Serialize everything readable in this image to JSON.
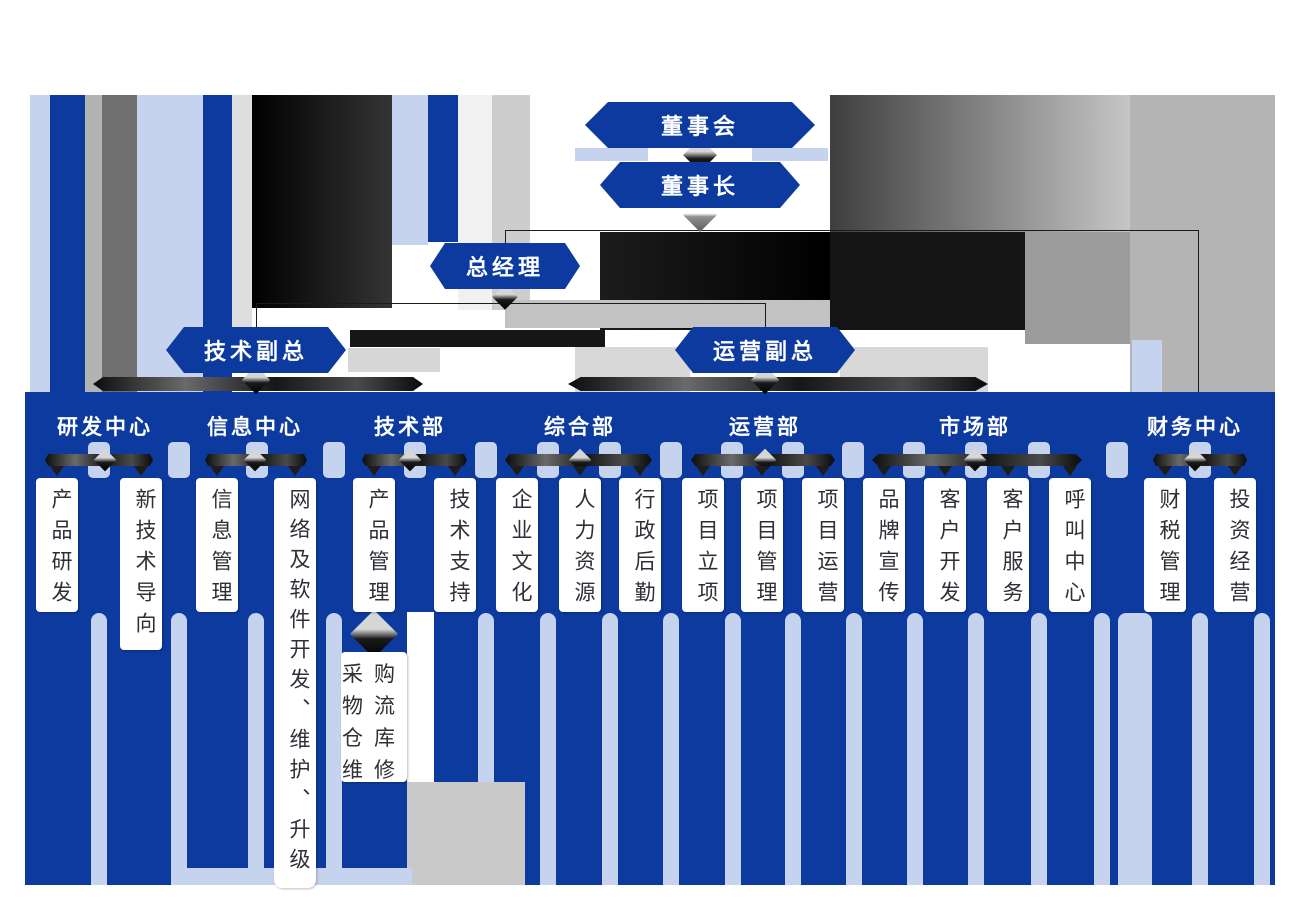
{
  "palette": {
    "primary_blue": "#0d3a9e",
    "periwinkle": "#c5d3ee",
    "node_text": "#ffffff",
    "unit_text": "#2f2f38",
    "connector_dark": "#1b1b1b"
  },
  "org_chart": {
    "nodes": {
      "board": "董事会",
      "chairman": "董事长",
      "general_manager": "总经理",
      "tech_vp": "技术副总",
      "ops_vp": "运营副总"
    },
    "departments": [
      {
        "label": "研发中心"
      },
      {
        "label": "信息中心"
      },
      {
        "label": "技术部"
      },
      {
        "label": "综合部"
      },
      {
        "label": "运营部"
      },
      {
        "label": "市场部"
      },
      {
        "label": "财务中心"
      }
    ],
    "units": [
      {
        "label": "产品研发",
        "dept": "研发中心"
      },
      {
        "label": "新技术导向",
        "dept": "研发中心"
      },
      {
        "label": "信息管理",
        "dept": "信息中心"
      },
      {
        "label": "网络及软件开发、维护、升级",
        "dept": "信息中心"
      },
      {
        "label": "产品管理",
        "dept": "技术部"
      },
      {
        "label": "技术支持",
        "dept": "技术部"
      },
      {
        "label": "企业文化",
        "dept": "综合部"
      },
      {
        "label": "人力资源",
        "dept": "综合部"
      },
      {
        "label": "行政后勤",
        "dept": "综合部"
      },
      {
        "label": "项目立项",
        "dept": "运营部"
      },
      {
        "label": "项目管理",
        "dept": "运营部"
      },
      {
        "label": "项目运营",
        "dept": "运营部"
      },
      {
        "label": "品牌宣传",
        "dept": "市场部"
      },
      {
        "label": "客户开发",
        "dept": "市场部"
      },
      {
        "label": "客户服务",
        "dept": "市场部"
      },
      {
        "label": "呼叫中心",
        "dept": "市场部"
      },
      {
        "label": "财税管理",
        "dept": "财务中心"
      },
      {
        "label": "投资经营",
        "dept": "财务中心"
      }
    ],
    "sub_unit": {
      "label": "采购\n物流\n仓库\n维修",
      "parent": "产品管理"
    }
  }
}
